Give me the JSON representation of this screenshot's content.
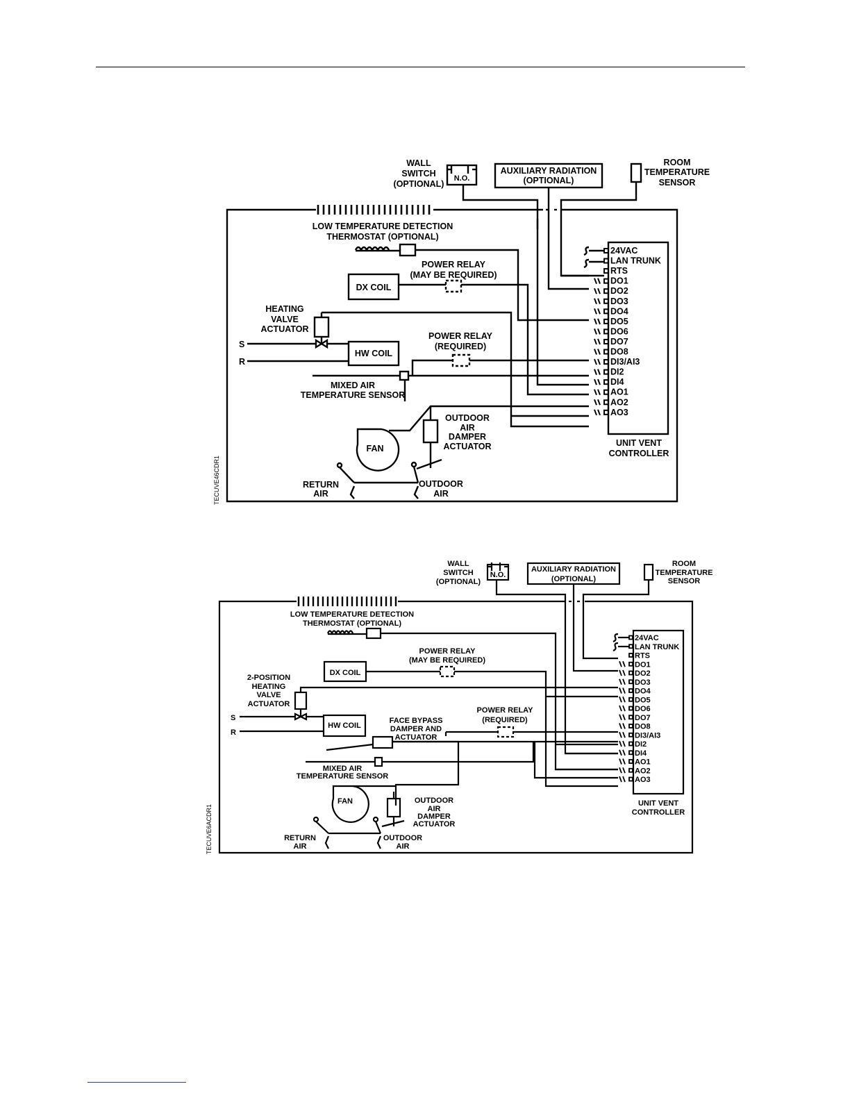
{
  "diagrams": [
    {
      "side_code": "TECUVE46CDR1",
      "wall_switch": [
        "WALL",
        "SWITCH",
        "(OPTIONAL)"
      ],
      "no_label": "N.O.",
      "aux_radiation": [
        "AUXILIARY RADIATION",
        "(OPTIONAL)"
      ],
      "room_sensor": [
        "ROOM",
        "TEMPERATURE",
        "SENSOR"
      ],
      "low_temp": [
        "LOW TEMPERATURE DETECTION",
        "THERMOSTAT (OPTIONAL)"
      ],
      "power_relay_may": [
        "POWER RELAY",
        "(MAY BE REQUIRED)"
      ],
      "power_relay_req": [
        "POWER RELAY",
        "(REQUIRED)"
      ],
      "dx_coil": "DX COIL",
      "hw_coil": "HW COIL",
      "heating_valve": [
        "HEATING",
        "VALVE",
        "ACTUATOR"
      ],
      "s_label": "S",
      "r_label": "R",
      "mixed_air": [
        "MIXED AIR",
        "TEMPERATURE SENSOR"
      ],
      "fan": "FAN",
      "outdoor_damper": [
        "OUTDOOR",
        "AIR",
        "DAMPER",
        "ACTUATOR"
      ],
      "return_air": [
        "RETURN",
        "AIR"
      ],
      "outdoor_air": [
        "OUTDOOR",
        "AIR"
      ],
      "controller": [
        "UNIT VENT",
        "CONTROLLER"
      ],
      "terminals": [
        "24VAC",
        "LAN TRUNK",
        "RTS",
        "DO1",
        "DO2",
        "DO3",
        "DO4",
        "DO5",
        "DO6",
        "DO7",
        "DO8",
        "DI3/AI3",
        "DI2",
        "DI4",
        "AO1",
        "AO2",
        "AO3"
      ]
    },
    {
      "side_code": "TECUVE6ACDR1",
      "wall_switch": [
        "WALL",
        "SWITCH",
        "(OPTIONAL)"
      ],
      "no_label": "N.O.",
      "aux_radiation": [
        "AUXILIARY RADIATION",
        "(OPTIONAL)"
      ],
      "room_sensor": [
        "ROOM",
        "TEMPERATURE",
        "SENSOR"
      ],
      "low_temp": [
        "LOW TEMPERATURE DETECTION",
        "THERMOSTAT (OPTIONAL)"
      ],
      "power_relay_may": [
        "POWER RELAY",
        "(MAY BE REQUIRED)"
      ],
      "power_relay_req": [
        "POWER RELAY",
        "(REQUIRED)"
      ],
      "dx_coil": "DX COIL",
      "hw_coil": "HW COIL",
      "heating_valve": [
        "2-POSITION",
        "HEATING",
        "VALVE",
        "ACTUATOR"
      ],
      "face_bypass": [
        "FACE BYPASS",
        "DAMPER AND",
        "ACTUATOR"
      ],
      "s_label": "S",
      "r_label": "R",
      "mixed_air": [
        "MIXED AIR",
        "TEMPERATURE SENSOR"
      ],
      "fan": "FAN",
      "outdoor_damper": [
        "OUTDOOR",
        "AIR",
        "DAMPER",
        "ACTUATOR"
      ],
      "return_air": [
        "RETURN",
        "AIR"
      ],
      "outdoor_air": [
        "OUTDOOR",
        "AIR"
      ],
      "controller": [
        "UNIT VENT",
        "CONTROLLER"
      ],
      "terminals": [
        "24VAC",
        "LAN TRUNK",
        "RTS",
        "DO1",
        "DO2",
        "DO3",
        "DO4",
        "DO5",
        "DO6",
        "DO7",
        "DO8",
        "DI3/AI3",
        "DI2",
        "DI4",
        "AO1",
        "AO2",
        "AO3"
      ]
    }
  ]
}
